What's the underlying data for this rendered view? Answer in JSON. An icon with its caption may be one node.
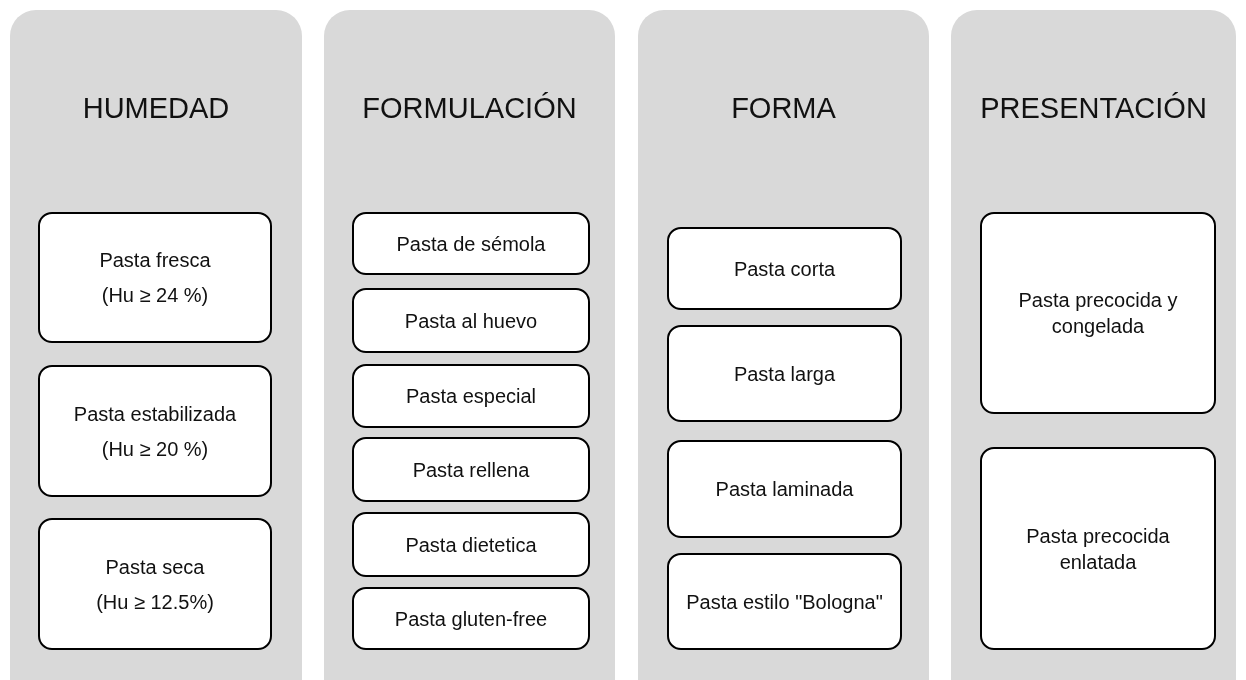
{
  "diagram": {
    "nodes": [
      {
        "text": [
          "HUMEDAD"
        ]
      },
      {
        "text": [
          "Pasta fresca",
          "(Hu ≥ 24 %)"
        ],
        "in": 0
      },
      {
        "text": [
          "Pasta estabilizada",
          "(Hu ≥ 20 %)"
        ],
        "in": 0
      },
      {
        "text": [
          "Pasta seca",
          "(Hu ≥ 12.5%)"
        ],
        "in": 0
      },
      {
        "text": [
          "FORMULACIÓN"
        ]
      },
      {
        "text": [
          "Pasta de sémola"
        ],
        "in": 4
      },
      {
        "text": [
          "Pasta al huevo"
        ],
        "in": 4
      },
      {
        "text": [
          "Pasta especial"
        ],
        "in": 4
      },
      {
        "text": [
          "Pasta rellena"
        ],
        "in": 4
      },
      {
        "text": [
          "Pasta dietetica"
        ],
        "in": 4
      },
      {
        "text": [
          "Pasta gluten-free"
        ],
        "in": 4
      },
      {
        "text": [
          "FORMA"
        ]
      },
      {
        "text": [
          "Pasta corta"
        ],
        "in": 11
      },
      {
        "text": [
          "Pasta larga"
        ],
        "in": 11
      },
      {
        "text": [
          "Pasta laminada"
        ],
        "in": 11
      },
      {
        "text": [
          "Pasta estilo \"Bologna\""
        ],
        "in": 11
      },
      {
        "text": [
          "PRESENTACIÓN"
        ]
      },
      {
        "text": [
          "Pasta precocida y congelada"
        ],
        "in": 16
      },
      {
        "text": [
          "Pasta precocida enlatada"
        ],
        "in": 16
      }
    ]
  }
}
